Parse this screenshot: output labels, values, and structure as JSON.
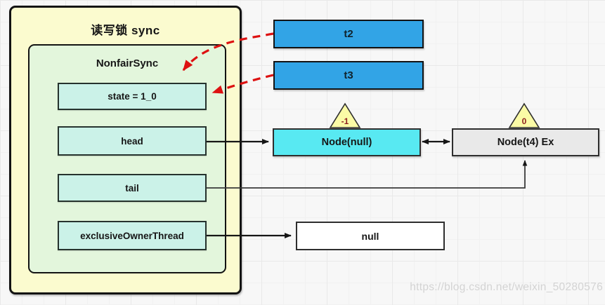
{
  "diagram": {
    "sync_box": {
      "title": "读写锁 sync"
    },
    "nonfair_sync": {
      "title": "NonfairSync",
      "fields": [
        {
          "label": "state = 1_0"
        },
        {
          "label": "head"
        },
        {
          "label": "tail"
        },
        {
          "label": "exclusiveOwnerThread"
        }
      ]
    },
    "threads": [
      {
        "label": "t2"
      },
      {
        "label": "t3"
      }
    ],
    "queue": {
      "nodes": [
        {
          "label": "Node(null)",
          "wait_status": "-1"
        },
        {
          "label": "Node(t4) Ex",
          "wait_status": "0"
        }
      ]
    },
    "owner_value": {
      "label": "null"
    }
  },
  "watermark": {
    "text": "https://blog.csdn.net/weixin_50280576"
  },
  "colors": {
    "sync_yellow": "#fbfbcf",
    "nonfair_green": "#e3f6dc",
    "field_mint": "#cbf2e8",
    "thread_blue": "#32a4e6",
    "node_cyan": "#58e9f2",
    "node_gray": "#e9e9e9",
    "badge_yellow": "#fbfba6",
    "arrow_red": "#dd1111",
    "arrow_black": "#161616"
  }
}
